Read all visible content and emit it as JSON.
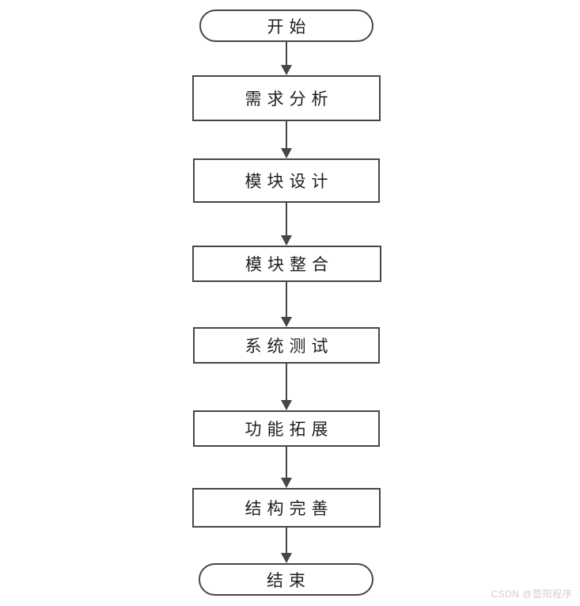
{
  "diagram": {
    "type": "flowchart",
    "direction": "top-to-bottom",
    "nodes": [
      {
        "id": "start",
        "label": "开始",
        "shape": "stadium"
      },
      {
        "id": "requirements-analysis",
        "label": "需求分析",
        "shape": "rect"
      },
      {
        "id": "module-design",
        "label": "模块设计",
        "shape": "rect"
      },
      {
        "id": "module-integration",
        "label": "模块整合",
        "shape": "rect"
      },
      {
        "id": "system-testing",
        "label": "系统测试",
        "shape": "rect"
      },
      {
        "id": "feature-expansion",
        "label": "功能拓展",
        "shape": "rect"
      },
      {
        "id": "structure-improvement",
        "label": "结构完善",
        "shape": "rect"
      },
      {
        "id": "end",
        "label": "结束",
        "shape": "stadium"
      }
    ],
    "edges": [
      {
        "from": "start",
        "to": "requirements-analysis"
      },
      {
        "from": "requirements-analysis",
        "to": "module-design"
      },
      {
        "from": "module-design",
        "to": "module-integration"
      },
      {
        "from": "module-integration",
        "to": "system-testing"
      },
      {
        "from": "system-testing",
        "to": "feature-expansion"
      },
      {
        "from": "feature-expansion",
        "to": "structure-improvement"
      },
      {
        "from": "structure-improvement",
        "to": "end"
      }
    ],
    "colors": {
      "border": "#464646",
      "arrow": "#464646",
      "text": "#1f1f1f",
      "background": "#ffffff",
      "watermark_text": "#cfcfcf"
    }
  },
  "watermark": {
    "text": "CSDN @暨阳程序"
  }
}
